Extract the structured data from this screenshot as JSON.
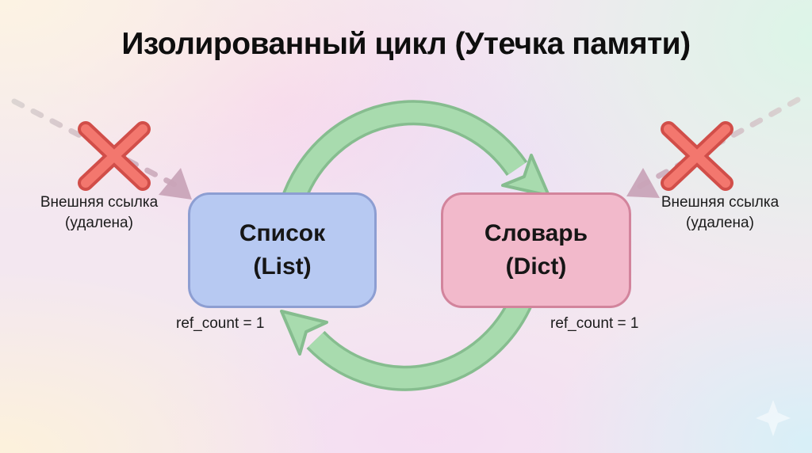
{
  "title": "Изолированный цикл (Утечка памяти)",
  "nodes": {
    "list": {
      "name": "Список",
      "alias": "(List)",
      "ref_count": "ref_count = 1"
    },
    "dict": {
      "name": "Словарь",
      "alias": "(Dict)",
      "ref_count": "ref_count = 1"
    }
  },
  "external_refs": {
    "left": {
      "line1": "Внешняя ссылка",
      "line2": "(удалена)"
    },
    "right": {
      "line1": "Внешняя ссылка",
      "line2": "(удалена)"
    }
  },
  "diagram": {
    "type": "reference-cycle",
    "direction": "clockwise",
    "edges": [
      {
        "from": "list",
        "to": "dict",
        "style": "solid-green-arrow"
      },
      {
        "from": "dict",
        "to": "list",
        "style": "solid-green-arrow"
      },
      {
        "from": "external-left",
        "to": "list",
        "style": "dashed-deleted-reference"
      },
      {
        "from": "external-right",
        "to": "dict",
        "style": "dashed-deleted-reference"
      }
    ]
  },
  "colors": {
    "green_fill": "#a8dbae",
    "green_edge": "#86bd8f",
    "blue_fill": "#b7c9f2",
    "blue_edge": "#8d9ed2",
    "pink_fill": "#f2b9cb",
    "pink_edge": "#d2849c",
    "red_fill": "#f3776e",
    "red_edge": "#d14e49",
    "dash_gray": "#d9d2d0",
    "dash_mauve": "#c9a4b8",
    "text": "#141414"
  }
}
